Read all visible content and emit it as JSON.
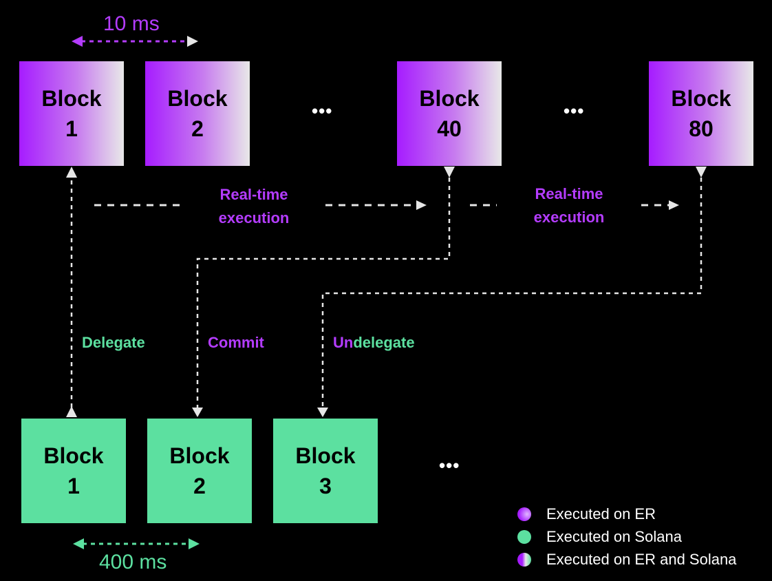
{
  "timing": {
    "er_interval": "10 ms",
    "solana_interval": "400 ms"
  },
  "er_blocks": [
    {
      "word": "Block",
      "num": "1"
    },
    {
      "word": "Block",
      "num": "2"
    },
    {
      "word": "Block",
      "num": "40"
    },
    {
      "word": "Block",
      "num": "80"
    }
  ],
  "solana_blocks": [
    {
      "word": "Block",
      "num": "1"
    },
    {
      "word": "Block",
      "num": "2"
    },
    {
      "word": "Block",
      "num": "3"
    }
  ],
  "ellipsis": "•••",
  "flow_labels": {
    "realtime_1_line1": "Real-time",
    "realtime_1_line2": "execution",
    "realtime_2_line1": "Real-time",
    "realtime_2_line2": "execution",
    "delegate": "Delegate",
    "commit": "Commit",
    "undelegate_prefix": "Un",
    "undelegate_rest": "delegate"
  },
  "legend": [
    {
      "text": "Executed on ER"
    },
    {
      "text": "Executed on Solana"
    },
    {
      "text": "Executed on ER and Solana"
    }
  ],
  "colors": {
    "er_purple": "#a61cff",
    "solana_green": "#5ce0a0",
    "line_white": "#e6e6e6"
  }
}
